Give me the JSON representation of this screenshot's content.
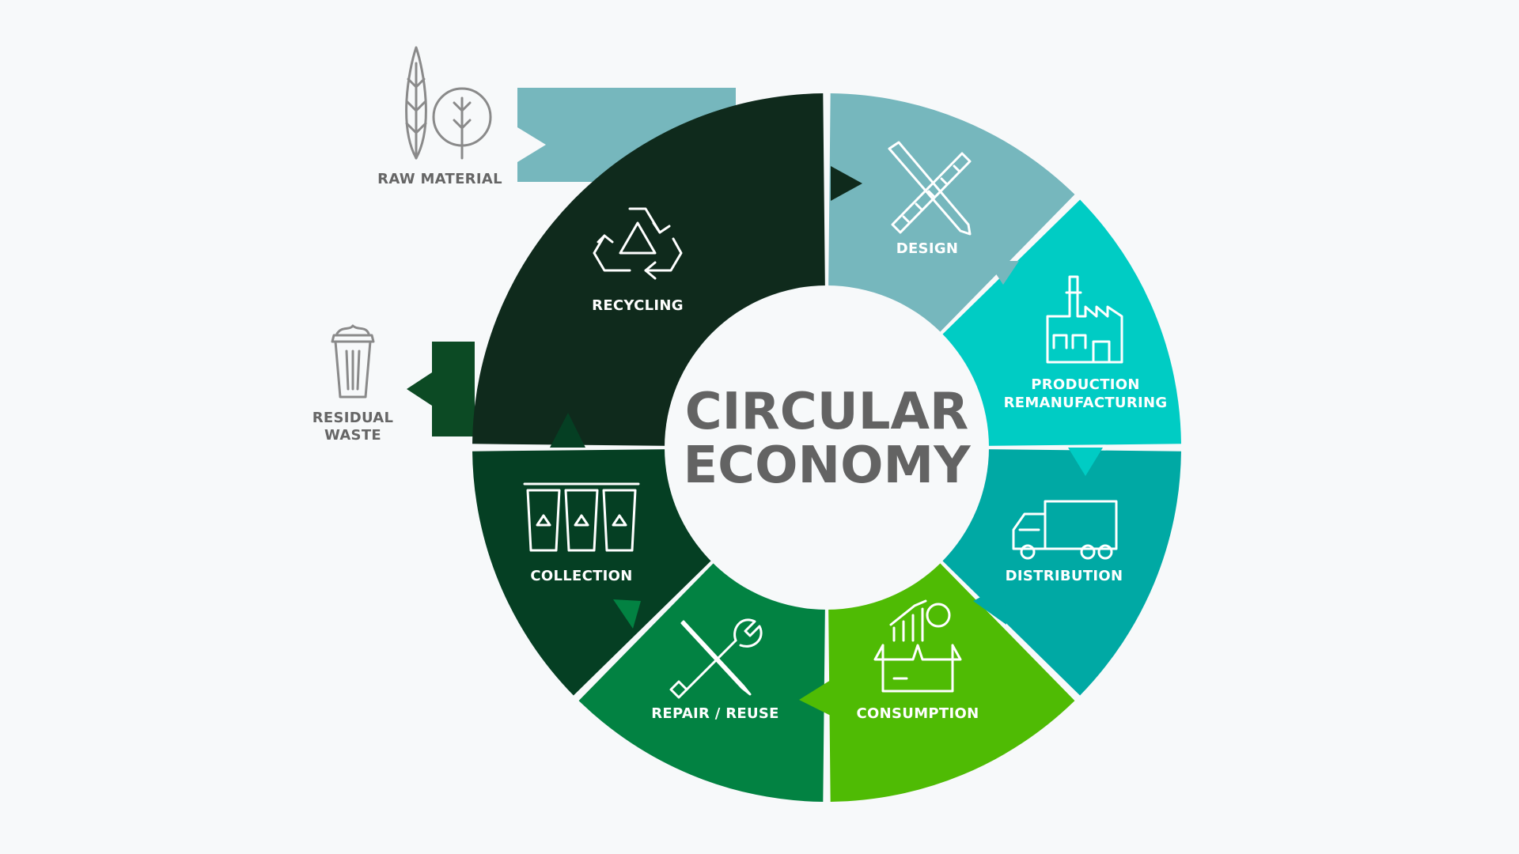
{
  "center": {
    "line1": "CIRCULAR",
    "line2": "ECONOMY"
  },
  "segments": {
    "recycling": {
      "label": "RECYCLING",
      "color": "#0f2a1c",
      "icon": "recycle-icon"
    },
    "design": {
      "label": "DESIGN",
      "color": "#76b7bd",
      "icon": "pencil-ruler-icon"
    },
    "production": {
      "label_line1": "PRODUCTION",
      "label_line2": "REMANUFACTURING",
      "color": "#00ccc4",
      "icon": "factory-icon"
    },
    "distribution": {
      "label": "DISTRIBUTION",
      "color": "#00a9a4",
      "icon": "truck-icon"
    },
    "consumption": {
      "label": "CONSUMPTION",
      "color": "#4fbb04",
      "icon": "box-with-chart-icon"
    },
    "repair": {
      "label": "REPAIR / REUSE",
      "color": "#028242",
      "icon": "wrench-screwdriver-icon"
    },
    "collection": {
      "label": "COLLECTION",
      "color": "#053f23",
      "icon": "recycling-bins-icon"
    }
  },
  "inputs": {
    "raw_material": {
      "label": "RAW MATERIAL",
      "color": "#76b7bd",
      "icon": "trees-icon"
    }
  },
  "outputs": {
    "residual_waste": {
      "label_line1": "RESIDUAL",
      "label_line2": "WASTE",
      "color": "#0c4a24",
      "icon": "trash-bin-icon"
    }
  }
}
